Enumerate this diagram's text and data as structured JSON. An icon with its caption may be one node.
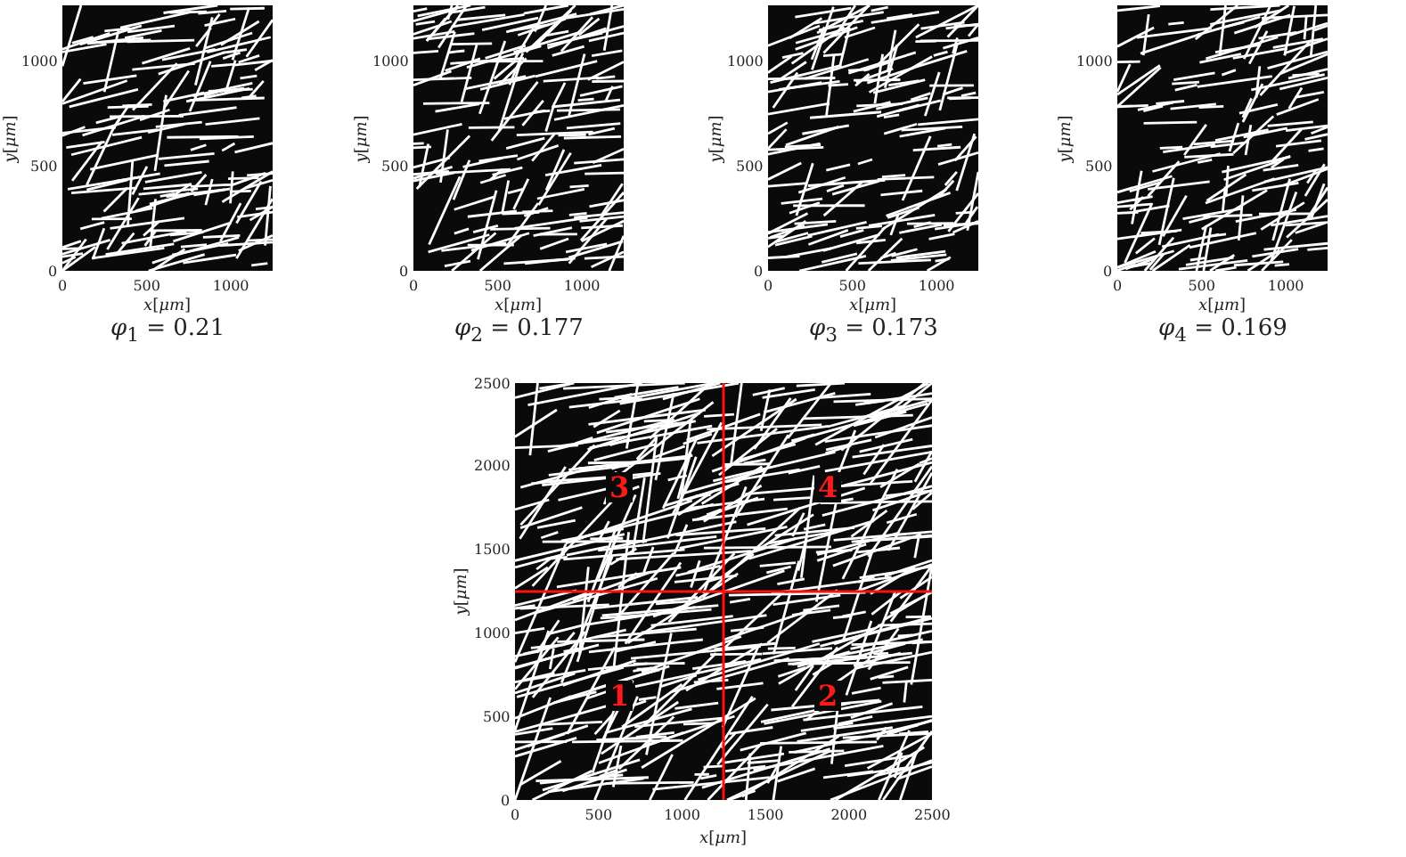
{
  "diagram": {
    "labels": [
      "1000",
      "500",
      "0",
      "*y*[*μm*]",
      "0",
      "500",
      "1000",
      "*x*[*μm*]",
      "*φ*$_{1}$ = 0.21",
      "1000",
      "500",
      "0",
      "*y*[*μm*]",
      "0",
      "500",
      "1000",
      "*x*[*μm*]",
      "*φ*$_{2}$ = 0.177",
      "1000",
      "500",
      "0",
      "*y*[*μm*]",
      "0",
      "500",
      "1000",
      "*x*[*μm*]",
      "*φ*$_{3}$ = 0.173",
      "1000",
      "500",
      "0",
      "*y*[*μm*]",
      "0",
      "500",
      "1000",
      "*x*[*μm*]",
      "*φ*$_{4}$ = 0.169",
      "2500",
      "2000",
      "1500",
      "1000",
      "500",
      "0",
      "*y*[*μm*]",
      "3",
      "4",
      "1",
      "2",
      "0",
      "500",
      "1000",
      "1500",
      "2000",
      "2500",
      "*x*[*μm*]"
    ]
  }
}
